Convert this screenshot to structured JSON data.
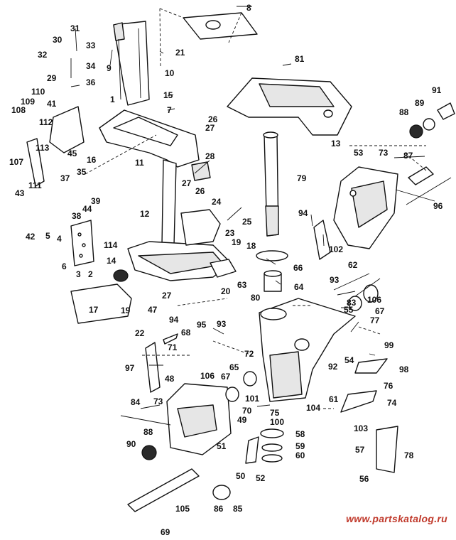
{
  "watermark": "www.partskatalog.ru",
  "callouts": [
    "1",
    "2",
    "3",
    "4",
    "5",
    "6",
    "7",
    "8",
    "9",
    "10",
    "11",
    "12",
    "13",
    "14",
    "15",
    "16",
    "17",
    "18",
    "19",
    "19",
    "20",
    "21",
    "22",
    "23",
    "24",
    "25",
    "26",
    "26",
    "27",
    "27",
    "27",
    "28",
    "29",
    "30",
    "31",
    "32",
    "33",
    "34",
    "35",
    "36",
    "37",
    "38",
    "39",
    "41",
    "42",
    "43",
    "44",
    "45",
    "47",
    "48",
    "49",
    "50",
    "51",
    "52",
    "53",
    "54",
    "55",
    "56",
    "57",
    "58",
    "59",
    "60",
    "61",
    "62",
    "63",
    "64",
    "65",
    "66",
    "67",
    "67",
    "68",
    "69",
    "70",
    "71",
    "72",
    "73",
    "73",
    "74",
    "75",
    "76",
    "77",
    "78",
    "79",
    "80",
    "81",
    "83",
    "84",
    "85",
    "86",
    "87",
    "88",
    "88",
    "89",
    "90",
    "91",
    "92",
    "93",
    "93",
    "94",
    "94",
    "95",
    "96",
    "97",
    "98",
    "99",
    "100",
    "101",
    "102",
    "103",
    "104",
    "105",
    "106",
    "106",
    "107",
    "108",
    "109",
    "110",
    "111",
    "112",
    "113",
    "114"
  ]
}
